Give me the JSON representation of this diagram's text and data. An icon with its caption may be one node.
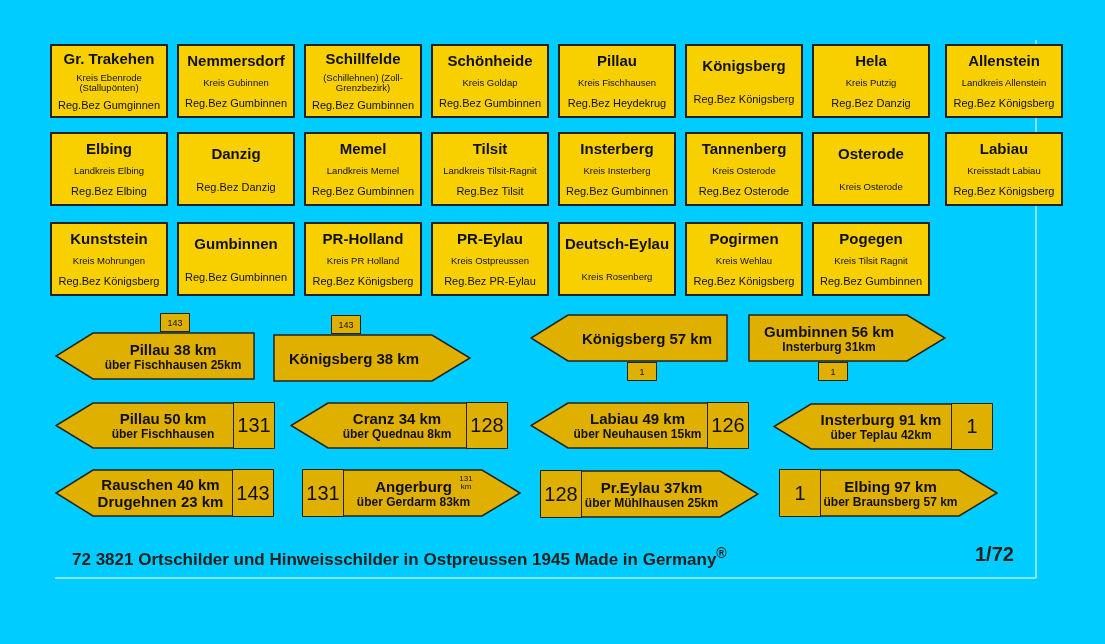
{
  "diagram": {
    "caption": "72 3821 Ortschilder und Hinweisschilder in Ostpreussen 1945  Made in Germany$^{®}$",
    "nodes": [
      {
        "text": [
          "Gr. Trakehen",
          "Kreis Ebenrode (Stallupönten)",
          "Reg.Bez Gumginnen"
        ]
      },
      {
        "text": [
          "Nemmersdorf",
          "Kreis Gubinnen",
          "Reg.Bez Gumbinnen"
        ]
      },
      {
        "text": [
          "Schillfelde",
          "(Schillehnen) (Zoll-Grenzbezirk)",
          "Reg.Bez Gumbinnen"
        ]
      },
      {
        "text": [
          "Schönheide",
          "Kreis Goldap",
          "Reg.Bez Gumbinnen"
        ]
      },
      {
        "text": [
          "Pillau",
          "Kreis Fischhausen",
          "Reg.Bez Heydekrug"
        ]
      },
      {
        "text": [
          "Königsberg",
          "Reg.Bez Königsberg"
        ]
      },
      {
        "text": [
          "Hela",
          "Kreis Putzig",
          "Reg.Bez Danzig"
        ]
      },
      {
        "text": [
          "Allenstein",
          "Landkreis Allenstein",
          "Reg.Bez Königsberg"
        ]
      },
      {
        "text": [
          "Elbing",
          "Landkreis Elbing",
          "Reg.Bez Elbing"
        ]
      },
      {
        "text": [
          "Danzig",
          "Reg.Bez Danzig"
        ]
      },
      {
        "text": [
          "Memel",
          "Landkreis Memel",
          "Reg.Bez Gumbinnen"
        ]
      },
      {
        "text": [
          "Tilsit",
          "Landkreis Tilsit-Ragnit",
          "Reg.Bez Tilsit"
        ]
      },
      {
        "text": [
          "Insterberg",
          "Kreis Insterberg",
          "Reg.Bez Gumbinnen"
        ]
      },
      {
        "text": [
          "Tannenberg",
          "Kreis Osterode",
          "Reg.Bez Osterode"
        ]
      },
      {
        "text": [
          "Osterode",
          "Kreis Osterode"
        ]
      },
      {
        "text": [
          "Labiau",
          "Kreisstadt Labiau",
          "Reg.Bez Königsberg"
        ]
      },
      {
        "text": [
          "Kunststein",
          "Kreis Mohrungen",
          "Reg.Bez Königsberg"
        ]
      },
      {
        "text": [
          "Gumbinnen",
          "Reg.Bez Gumbinnen"
        ]
      },
      {
        "text": [
          "PR-Holland",
          "Kreis PR Holland",
          "Reg.Bez Königsberg"
        ]
      },
      {
        "text": [
          "PR-Eylau",
          "Kreis Ostpreussen",
          "Reg.Bez PR-Eylau"
        ]
      },
      {
        "text": [
          "Deutsch-Eylau",
          "Kreis Rosenberg"
        ]
      },
      {
        "text": [
          "Pogirmen",
          "Kreis Wehlau",
          "Reg.Bez Königsberg"
        ]
      },
      {
        "text": [
          "Pogegen",
          "Kreis Tilsit Ragnit",
          "Reg.Bez Gumbinnen"
        ]
      },
      {
        "text": [
          "Pillau 38 km",
          "über Fischhausen 25km"
        ]
      },
      {
        "text": [
          "143"
        ]
      },
      {
        "text": [
          "Königsberg 38 km"
        ]
      },
      {
        "text": [
          "143"
        ]
      },
      {
        "text": [
          "Königsberg 57 km"
        ]
      },
      {
        "text": [
          "1"
        ]
      },
      {
        "text": [
          "Gumbinnen 56 km",
          "Insterburg 31km"
        ]
      },
      {
        "text": [
          "1"
        ]
      },
      {
        "text": [
          "Pillau 50 km",
          "über Fischhausen"
        ]
      },
      {
        "text": [
          "131"
        ],
        "in": 31
      },
      {
        "text": [
          "Cranz 34 km",
          "über Quednau 8km"
        ]
      },
      {
        "text": [
          "128"
        ],
        "in": 33
      },
      {
        "text": [
          "Labiau 49 km",
          "über Neuhausen 15km"
        ]
      },
      {
        "text": [
          "126"
        ],
        "in": 35
      },
      {
        "text": [
          "Insterburg 91 km",
          "über Teplau 42km"
        ]
      },
      {
        "text": [
          "1"
        ],
        "in": 37
      },
      {
        "text": [
          "Rauschen 40 km",
          "Drugehnen 23 km"
        ]
      },
      {
        "text": [
          "143"
        ],
        "in": 39
      },
      {
        "text": [
          "Angerburg",
          "131 km",
          "über Gerdarm 83km"
        ]
      },
      {
        "text": [
          "131"
        ],
        "in": 41
      },
      {
        "text": [
          "Pr.Eylau 37km",
          "über Mühlhausen 25km"
        ]
      },
      {
        "text": [
          "128"
        ],
        "in": 43
      },
      {
        "text": [
          "Elbing 97 km",
          "über Braunsberg 57 km"
        ]
      },
      {
        "text": [
          "1"
        ],
        "in": 45
      }
    ],
    "labels": [
      "1/72"
    ]
  }
}
